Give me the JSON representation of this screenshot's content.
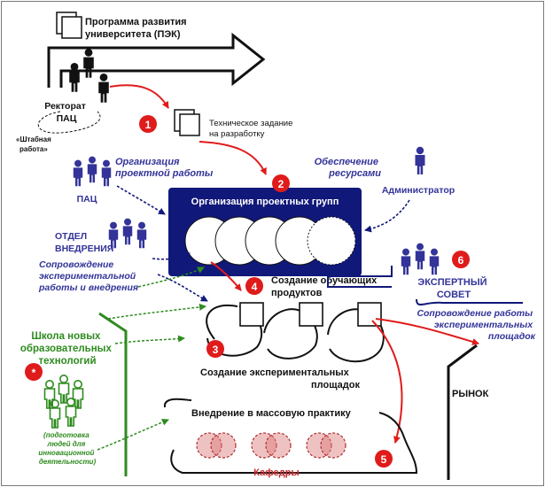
{
  "texts": {
    "program": [
      "Программа развития",
      "университета (ПЭК)"
    ],
    "rector": [
      "Ректорат",
      "ПАЦ"
    ],
    "staff": [
      "«Штабная",
      "работа»"
    ],
    "tz": [
      "Техническое задание",
      "на разработку"
    ],
    "org_work": [
      "Организация",
      "проектной работы"
    ],
    "pac": "ПАЦ",
    "resources": [
      "Обеспечение",
      "ресурсами"
    ],
    "admin": "Администратор",
    "group_org": "Организация проектных групп",
    "otdel": [
      "ОТДЕЛ",
      "ВНЕДРЕНИЯ"
    ],
    "support_exp": [
      "Сопровождение",
      "экспериментальной",
      "работы и внедрения"
    ],
    "expert": [
      "ЭКСПЕРТНЫЙ",
      "СОВЕТ"
    ],
    "products": [
      "Создание обучающих",
      "продуктов"
    ],
    "support_work": [
      "Сопровождение работы",
      "экспериментальных",
      "площадок"
    ],
    "school": [
      "Школа новых",
      "образовательных",
      "технологий"
    ],
    "sites": [
      "Создание экспериментальных",
      "площадок"
    ],
    "market": "РЫНОК",
    "people_prep": [
      "(подготовка",
      "людей для",
      "инновационной",
      "деятельности)"
    ],
    "mass": "Внедрение в массовую практику",
    "kafedry": "Кафедры"
  },
  "badges": [
    "1",
    "2",
    "3",
    "4",
    "5",
    "6",
    "*"
  ],
  "colors": {
    "navy": "#10187a",
    "blue_text": "#333399",
    "red": "#e01b1b",
    "green": "#2e8b1f",
    "dark": "#111111"
  }
}
